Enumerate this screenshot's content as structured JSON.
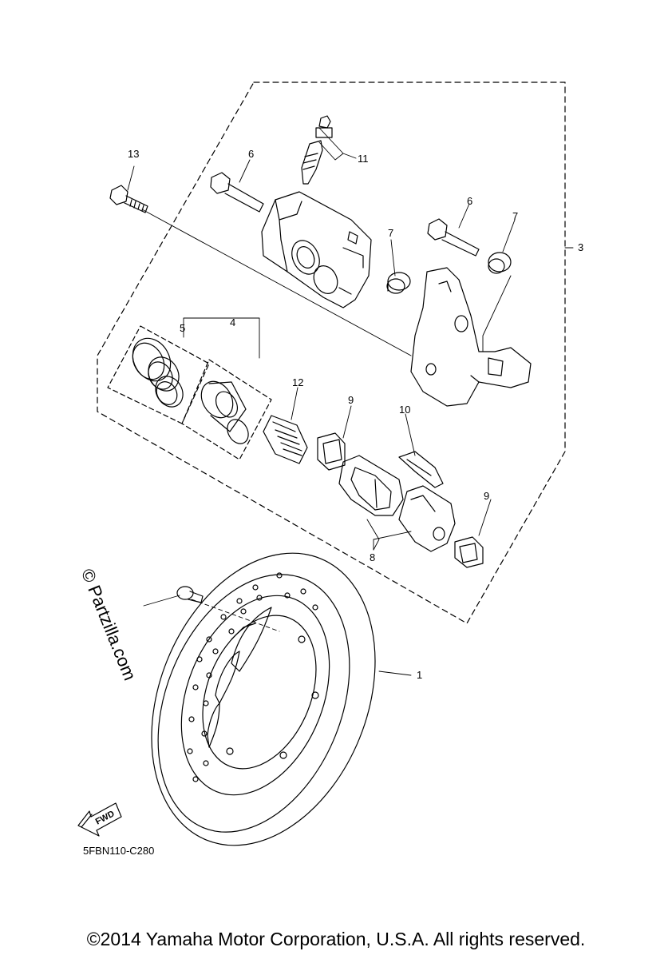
{
  "callouts": {
    "c1": "1",
    "c3": "3",
    "c4": "4",
    "c5": "5",
    "c6a": "6",
    "c6b": "6",
    "c7a": "7",
    "c7b": "7",
    "c8": "8",
    "c9a": "9",
    "c9b": "9",
    "c10": "10",
    "c11": "11",
    "c12": "12",
    "c13": "13"
  },
  "fwd_label": "FWD",
  "drawing_code": "5FBN110-C280",
  "watermark": "© Partzilla.com",
  "copyright": "©2014 Yamaha Motor Corporation, U.S.A. All rights reserved.",
  "colors": {
    "line": "#000000",
    "background": "#ffffff"
  }
}
